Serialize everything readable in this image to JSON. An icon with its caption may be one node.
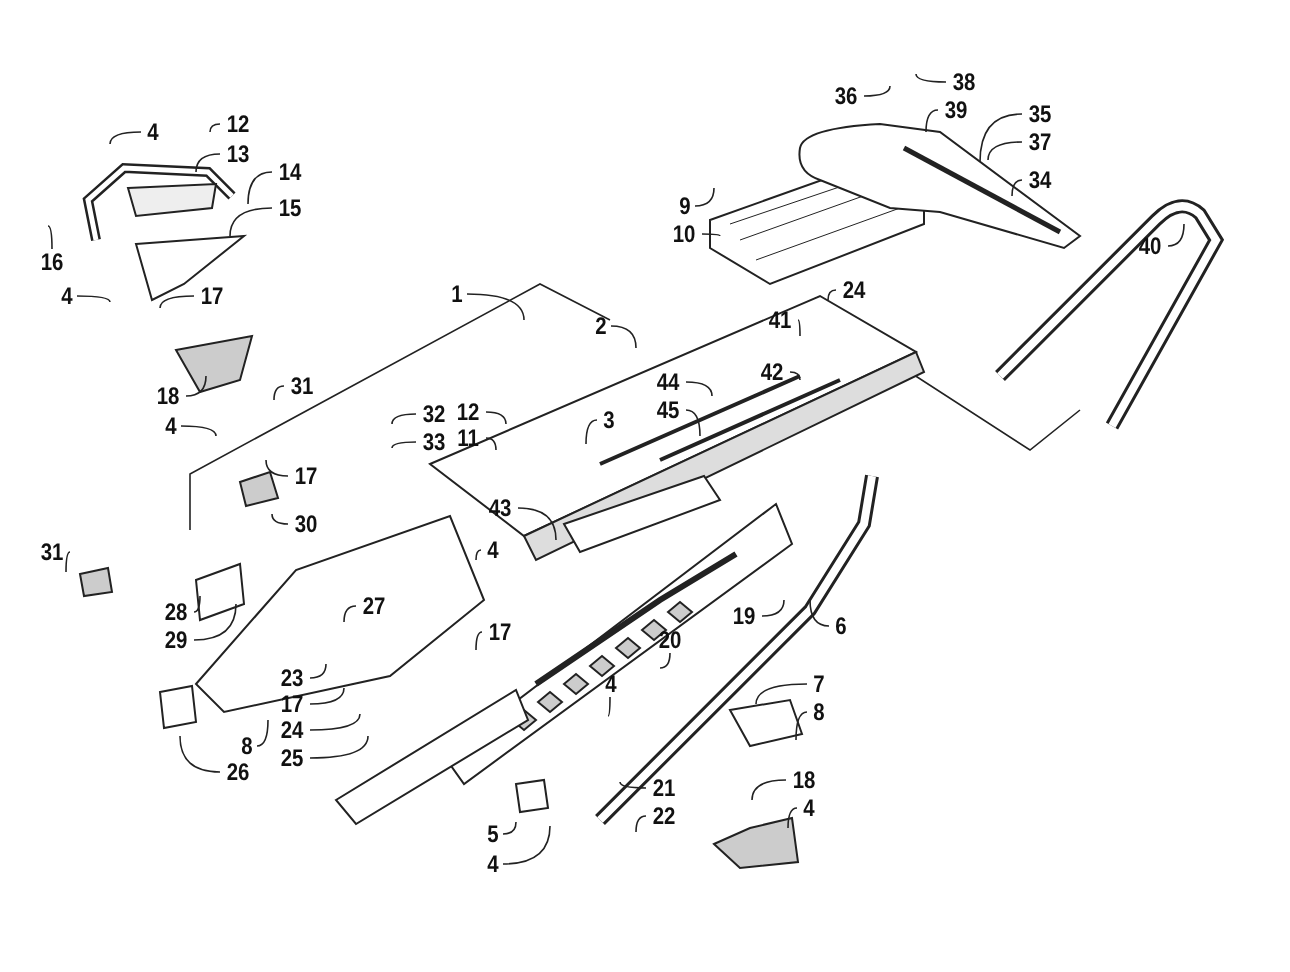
{
  "diagram": {
    "nodes": [
      {
        "text": [
          "38"
        ]
      },
      {
        "text": [
          "36"
        ]
      },
      {
        "text": [
          "39"
        ]
      },
      {
        "text": [
          "35"
        ]
      },
      {
        "text": [
          "12"
        ]
      },
      {
        "text": [
          "4"
        ]
      },
      {
        "text": [
          "37"
        ]
      },
      {
        "text": [
          "13"
        ]
      },
      {
        "text": [
          "14"
        ]
      },
      {
        "text": [
          "34"
        ]
      },
      {
        "text": [
          "15"
        ]
      },
      {
        "text": [
          "9"
        ]
      },
      {
        "text": [
          "10"
        ]
      },
      {
        "text": [
          "40"
        ]
      },
      {
        "text": [
          "16"
        ]
      },
      {
        "text": [
          "24"
        ]
      },
      {
        "text": [
          "1"
        ]
      },
      {
        "text": [
          "4"
        ]
      },
      {
        "text": [
          "17"
        ]
      },
      {
        "text": [
          "41"
        ]
      },
      {
        "text": [
          "2"
        ]
      },
      {
        "text": [
          "42"
        ]
      },
      {
        "text": [
          "44"
        ]
      },
      {
        "text": [
          "31"
        ]
      },
      {
        "text": [
          "18"
        ]
      },
      {
        "text": [
          "45"
        ]
      },
      {
        "text": [
          "12"
        ]
      },
      {
        "text": [
          "32"
        ]
      },
      {
        "text": [
          "3"
        ]
      },
      {
        "text": [
          "4"
        ]
      },
      {
        "text": [
          "11"
        ]
      },
      {
        "text": [
          "33"
        ]
      },
      {
        "text": [
          "17"
        ]
      },
      {
        "text": [
          "30"
        ]
      },
      {
        "text": [
          "43"
        ]
      },
      {
        "text": [
          "4"
        ]
      },
      {
        "text": [
          "31"
        ]
      },
      {
        "text": [
          "19"
        ]
      },
      {
        "text": [
          "27"
        ]
      },
      {
        "text": [
          "28"
        ]
      },
      {
        "text": [
          "6"
        ]
      },
      {
        "text": [
          "17"
        ]
      },
      {
        "text": [
          "29"
        ]
      },
      {
        "text": [
          "20"
        ]
      },
      {
        "text": [
          "23"
        ]
      },
      {
        "text": [
          "4"
        ]
      },
      {
        "text": [
          "7"
        ]
      },
      {
        "text": [
          "17"
        ]
      },
      {
        "text": [
          "8"
        ]
      },
      {
        "text": [
          "24"
        ]
      },
      {
        "text": [
          "8"
        ]
      },
      {
        "text": [
          "25"
        ]
      },
      {
        "text": [
          "26"
        ]
      },
      {
        "text": [
          "18"
        ]
      },
      {
        "text": [
          "21"
        ]
      },
      {
        "text": [
          "4"
        ]
      },
      {
        "text": [
          "22"
        ]
      },
      {
        "text": [
          "5"
        ]
      },
      {
        "text": [
          "4"
        ]
      }
    ],
    "edges": [
      {
        "from": 0,
        "to": null,
        "arrow": "none"
      },
      {
        "from": 1,
        "to": null,
        "arrow": "none"
      },
      {
        "from": 2,
        "to": null,
        "arrow": "none"
      },
      {
        "from": 3,
        "to": null,
        "arrow": "none"
      },
      {
        "from": 4,
        "to": null,
        "arrow": "none"
      },
      {
        "from": 5,
        "to": null,
        "arrow": "none"
      },
      {
        "from": 6,
        "to": null,
        "arrow": "none"
      },
      {
        "from": 7,
        "to": null,
        "arrow": "none"
      },
      {
        "from": 8,
        "to": null,
        "arrow": "none"
      },
      {
        "from": 9,
        "to": null,
        "arrow": "none"
      },
      {
        "from": 10,
        "to": null,
        "arrow": "none"
      },
      {
        "from": 11,
        "to": null,
        "arrow": "none"
      },
      {
        "from": 12,
        "to": null,
        "arrow": "none"
      },
      {
        "from": 13,
        "to": null,
        "arrow": "none"
      },
      {
        "from": 14,
        "to": null,
        "arrow": "none"
      },
      {
        "from": 15,
        "to": null,
        "arrow": "none"
      },
      {
        "from": 16,
        "to": null,
        "arrow": "none"
      },
      {
        "from": 17,
        "to": null,
        "arrow": "none"
      },
      {
        "from": 18,
        "to": null,
        "arrow": "none"
      },
      {
        "from": 19,
        "to": null,
        "arrow": "none"
      },
      {
        "from": 20,
        "to": null,
        "arrow": "none"
      },
      {
        "from": 21,
        "to": null,
        "arrow": "none"
      },
      {
        "from": 22,
        "to": null,
        "arrow": "none"
      },
      {
        "from": 23,
        "to": null,
        "arrow": "none"
      },
      {
        "from": 24,
        "to": null,
        "arrow": "none"
      },
      {
        "from": 25,
        "to": null,
        "arrow": "none"
      },
      {
        "from": 26,
        "to": null,
        "arrow": "none"
      },
      {
        "from": 27,
        "to": null,
        "arrow": "none"
      },
      {
        "from": 28,
        "to": null,
        "arrow": "none"
      },
      {
        "from": 29,
        "to": null,
        "arrow": "none"
      },
      {
        "from": 30,
        "to": null,
        "arrow": "none"
      },
      {
        "from": 31,
        "to": null,
        "arrow": "none"
      },
      {
        "from": 32,
        "to": null,
        "arrow": "none"
      },
      {
        "from": 33,
        "to": null,
        "arrow": "none"
      },
      {
        "from": 34,
        "to": null,
        "arrow": "none"
      },
      {
        "from": 35,
        "to": null,
        "arrow": "none"
      },
      {
        "from": 36,
        "to": null,
        "arrow": "none"
      },
      {
        "from": 37,
        "to": null,
        "arrow": "none"
      },
      {
        "from": 38,
        "to": null,
        "arrow": "none"
      },
      {
        "from": 39,
        "to": null,
        "arrow": "none"
      },
      {
        "from": 40,
        "to": null,
        "arrow": "none"
      },
      {
        "from": 41,
        "to": null,
        "arrow": "none"
      },
      {
        "from": 42,
        "to": null,
        "arrow": "none"
      },
      {
        "from": 43,
        "to": null,
        "arrow": "none"
      },
      {
        "from": 44,
        "to": null,
        "arrow": "none"
      },
      {
        "from": 45,
        "to": null,
        "arrow": "none"
      },
      {
        "from": 46,
        "to": null,
        "arrow": "none"
      },
      {
        "from": 47,
        "to": null,
        "arrow": "none"
      },
      {
        "from": 48,
        "to": null,
        "arrow": "none"
      },
      {
        "from": 49,
        "to": null,
        "arrow": "none"
      },
      {
        "from": 50,
        "to": null,
        "arrow": "none"
      },
      {
        "from": 51,
        "to": null,
        "arrow": "none"
      },
      {
        "from": 52,
        "to": null,
        "arrow": "none"
      },
      {
        "from": 53,
        "to": null,
        "arrow": "none"
      },
      {
        "from": 54,
        "to": null,
        "arrow": "none"
      },
      {
        "from": 55,
        "to": null,
        "arrow": "none"
      },
      {
        "from": 56,
        "to": null,
        "arrow": "none"
      },
      {
        "from": 57,
        "to": null,
        "arrow": "none"
      },
      {
        "from": 58,
        "to": null,
        "arrow": "none"
      }
    ]
  }
}
